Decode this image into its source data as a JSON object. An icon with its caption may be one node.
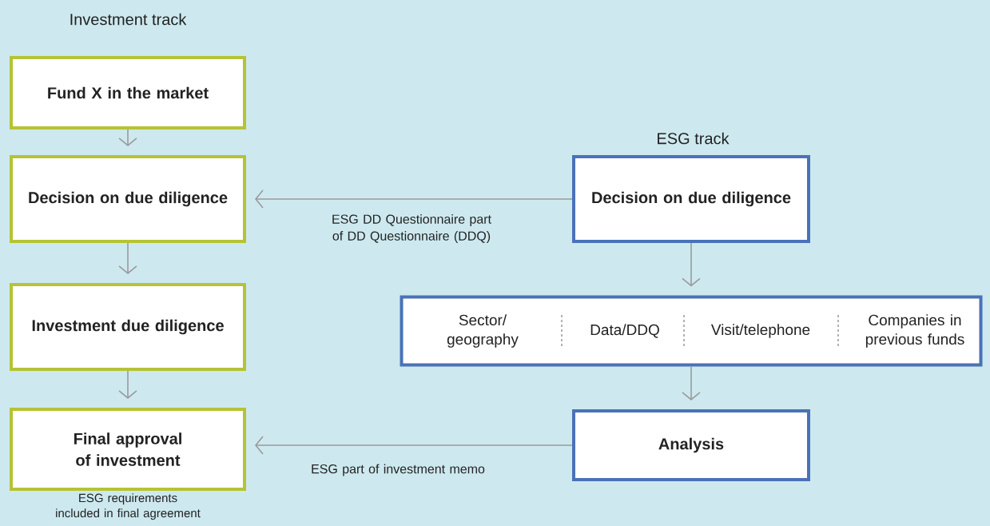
{
  "diagram": {
    "nodes": [
      {
        "text": [
          "Fund X in the market"
        ]
      },
      {
        "text": [
          "Decision on due diligence"
        ]
      },
      {
        "text": [
          "Investment due diligence"
        ]
      },
      {
        "text": [
          "Final approval of investment"
        ],
        "beside": [
          "ESG requirements included in final agreement"
        ]
      },
      {
        "text": [
          "Decision on due diligence"
        ]
      },
      {
        "text": [
          "Sector/ geography",
          "Data/DDQ",
          "Visit/telephone",
          "Companies in previous funds"
        ]
      },
      {
        "text": [
          "Analysis"
        ]
      }
    ],
    "edges": [
      {
        "from": 0,
        "to": 1,
        "arrow": "to"
      },
      {
        "from": 1,
        "to": 2,
        "arrow": "to"
      },
      {
        "from": 2,
        "to": 3,
        "arrow": "to"
      },
      {
        "from": 4,
        "to": 1,
        "arrow": "to",
        "label": "ESG DD Questionnaire part of DD Questionnaire (DDQ)"
      },
      {
        "from": 4,
        "to": 5,
        "arrow": "to"
      },
      {
        "from": 5,
        "to": 6,
        "arrow": "to"
      },
      {
        "from": 6,
        "to": 3,
        "arrow": "to",
        "label": "ESG part of investment memo"
      }
    ],
    "labels": [
      "Investment track",
      "ESG track"
    ]
  }
}
